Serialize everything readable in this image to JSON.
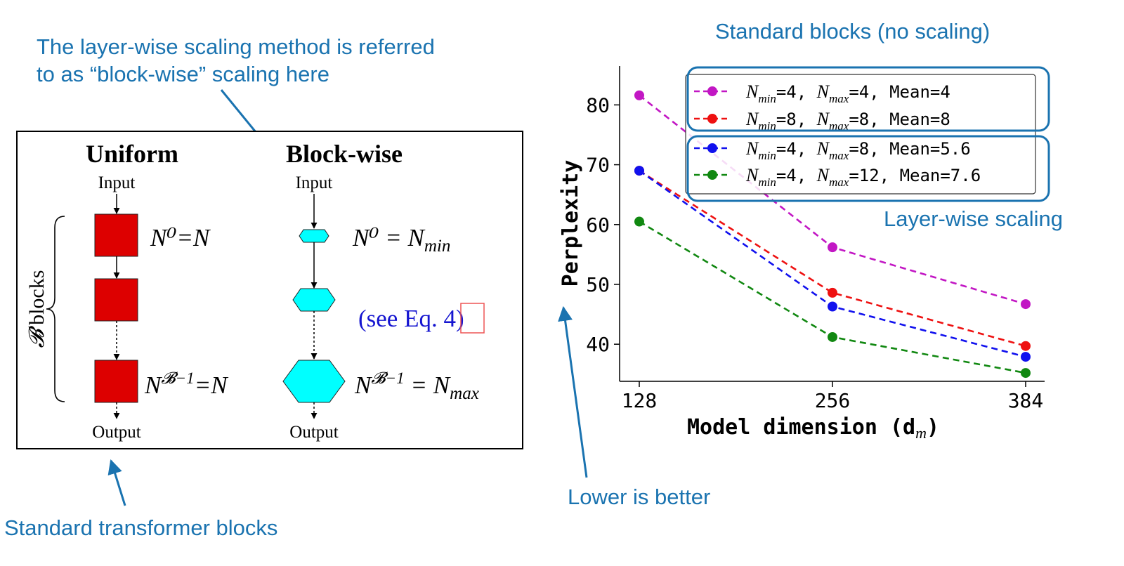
{
  "annotations": {
    "top_left_line1": "The layer-wise scaling method is referred",
    "top_left_line2": "to as “block-wise” scaling here",
    "bottom_left": "Standard transformer blocks",
    "standard_blocks": "Standard blocks (no scaling)",
    "layerwise": "Layer-wise scaling",
    "lower_better": "Lower is better"
  },
  "diagram": {
    "uniform_title": "Uniform",
    "blockwise_title": "Block-wise",
    "input": "Input",
    "output": "Output",
    "blocks_label": "blocks",
    "blocks_symbol": "𝓑",
    "uniform_first": "N⁰=N",
    "uniform_last_n": "N",
    "uniform_last_sup": "𝓑−1",
    "uniform_last_rest": "=N",
    "bw_first": "N⁰ = N",
    "bw_first_sub": "min",
    "see_eq_pre": "(see Eq. ",
    "see_eq_num": "4",
    "see_eq_post": ")",
    "bw_last_n": "N",
    "bw_last_sup": "𝓑−1",
    "bw_last_eq": " = N",
    "bw_last_sub": "max",
    "colors": {
      "uniform_block": "#dd0000",
      "blockwise_block": "#00ffff",
      "eq_text": "#1515d0"
    }
  },
  "chart_data": {
    "type": "line",
    "xlabel": "Model dimension (d",
    "xlabel_sub": "m",
    "xlabel_close": ")",
    "ylabel": "Perplexity",
    "x": [
      128,
      256,
      384
    ],
    "x_ticks": [
      "128",
      "256",
      "384"
    ],
    "y_ticks": [
      "40",
      "50",
      "60",
      "70",
      "80"
    ],
    "ylim": [
      33.8,
      86.5
    ],
    "legend_position": "top-right",
    "grid": false,
    "series": [
      {
        "name": "N_min=4, N_max=4, Mean=4",
        "leg_a": "N",
        "leg_a_sub": "min",
        "leg_a_val": "=4, ",
        "leg_b": "N",
        "leg_b_sub": "max",
        "leg_b_val": "=4,  ",
        "leg_mean": "Mean=4",
        "color": "#c217c4",
        "values": [
          81.6,
          56.2,
          46.7
        ]
      },
      {
        "name": "N_min=8, N_max=8, Mean=8",
        "leg_a": "N",
        "leg_a_sub": "min",
        "leg_a_val": "=8, ",
        "leg_b": "N",
        "leg_b_sub": "max",
        "leg_b_val": "=8,  ",
        "leg_mean": "Mean=8",
        "color": "#ee1111",
        "values": [
          69.0,
          48.6,
          39.7
        ]
      },
      {
        "name": "N_min=4, N_max=8, Mean=5.6",
        "leg_a": "N",
        "leg_a_sub": "min",
        "leg_a_val": "=4, ",
        "leg_b": "N",
        "leg_b_sub": "max",
        "leg_b_val": "=8,  ",
        "leg_mean": "Mean=5.6",
        "color": "#1111ee",
        "values": [
          69.0,
          46.3,
          37.9
        ]
      },
      {
        "name": "N_min=4, N_max=12, Mean=7.6",
        "leg_a": "N",
        "leg_a_sub": "min",
        "leg_a_val": "=4, ",
        "leg_b": "N",
        "leg_b_sub": "max",
        "leg_b_val": "=12, ",
        "leg_mean": "Mean=7.6",
        "color": "#118811",
        "values": [
          60.5,
          41.2,
          35.2
        ]
      }
    ]
  }
}
